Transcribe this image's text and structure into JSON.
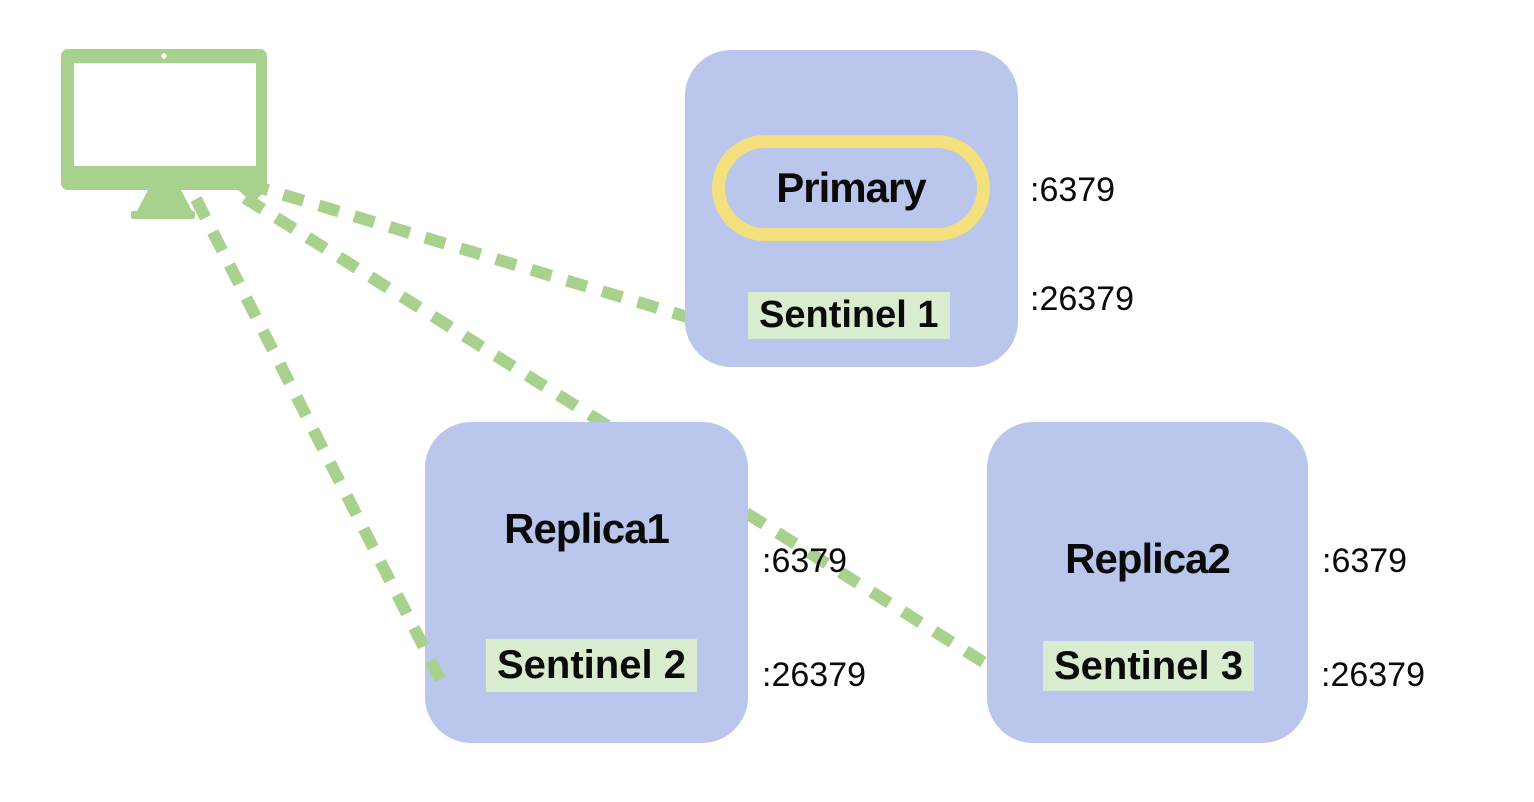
{
  "colors": {
    "node_fill": "#bac6ec",
    "dash_and_monitor_green": "#a9d18e",
    "sentinel_highlight": "#d9eccf",
    "primary_ring_yellow": "#f5e07e",
    "text": "#0a0a0a",
    "background": "#ffffff"
  },
  "client": {
    "icon": "monitor-icon"
  },
  "nodes": [
    {
      "id": "primary",
      "label": "Primary",
      "sentinel": "Sentinel 1",
      "ports": {
        "redis": ":6379",
        "sentinel": ":26379"
      }
    },
    {
      "id": "replica1",
      "label": "Replica1",
      "sentinel": "Sentinel 2",
      "ports": {
        "redis": ":6379",
        "sentinel": ":26379"
      }
    },
    {
      "id": "replica2",
      "label": "Replica2",
      "sentinel": "Sentinel 3",
      "ports": {
        "redis": ":6379",
        "sentinel": ":26379"
      }
    }
  ],
  "connections": [
    {
      "from": "client-monitor",
      "to": "primary",
      "style": "dashed"
    },
    {
      "from": "client-monitor",
      "to": "replica1",
      "style": "dashed"
    },
    {
      "from": "client-monitor",
      "to": "replica2",
      "style": "dashed"
    }
  ]
}
